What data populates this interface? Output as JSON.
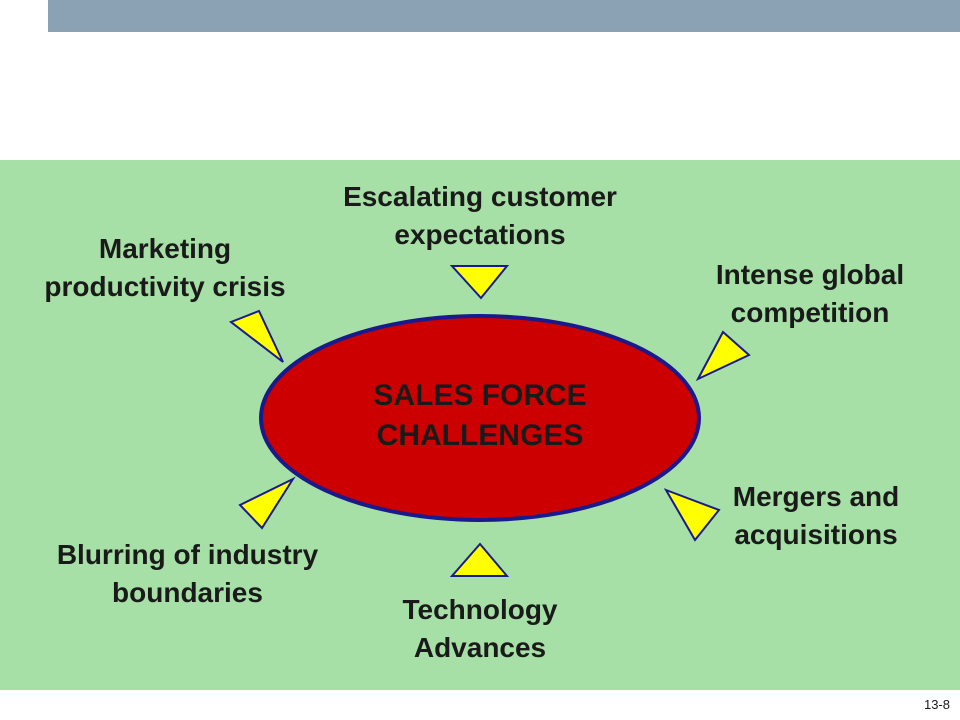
{
  "center": {
    "line1": "SALES FORCE",
    "line2": "CHALLENGES"
  },
  "challenges": {
    "top": {
      "line1": "Escalating customer",
      "line2": "expectations"
    },
    "upper_left": {
      "line1": "Marketing",
      "line2": "productivity crisis"
    },
    "upper_right": {
      "line1": "Intense global",
      "line2": "competition"
    },
    "lower_right": {
      "line1": "Mergers and",
      "line2": "acquisitions"
    },
    "lower_left": {
      "line1": "Blurring of industry",
      "line2": "boundaries"
    },
    "bottom": {
      "line1": "Technology",
      "line2": "Advances"
    }
  },
  "page_number": "13-8",
  "colors": {
    "top_bar": "#8ba2b5",
    "panel": "#a6e0a6",
    "ellipse_fill": "#cc0000",
    "ellipse_stroke": "#1a1a8c",
    "arrow_fill": "#ffff00",
    "arrow_stroke": "#1a1a8c"
  }
}
